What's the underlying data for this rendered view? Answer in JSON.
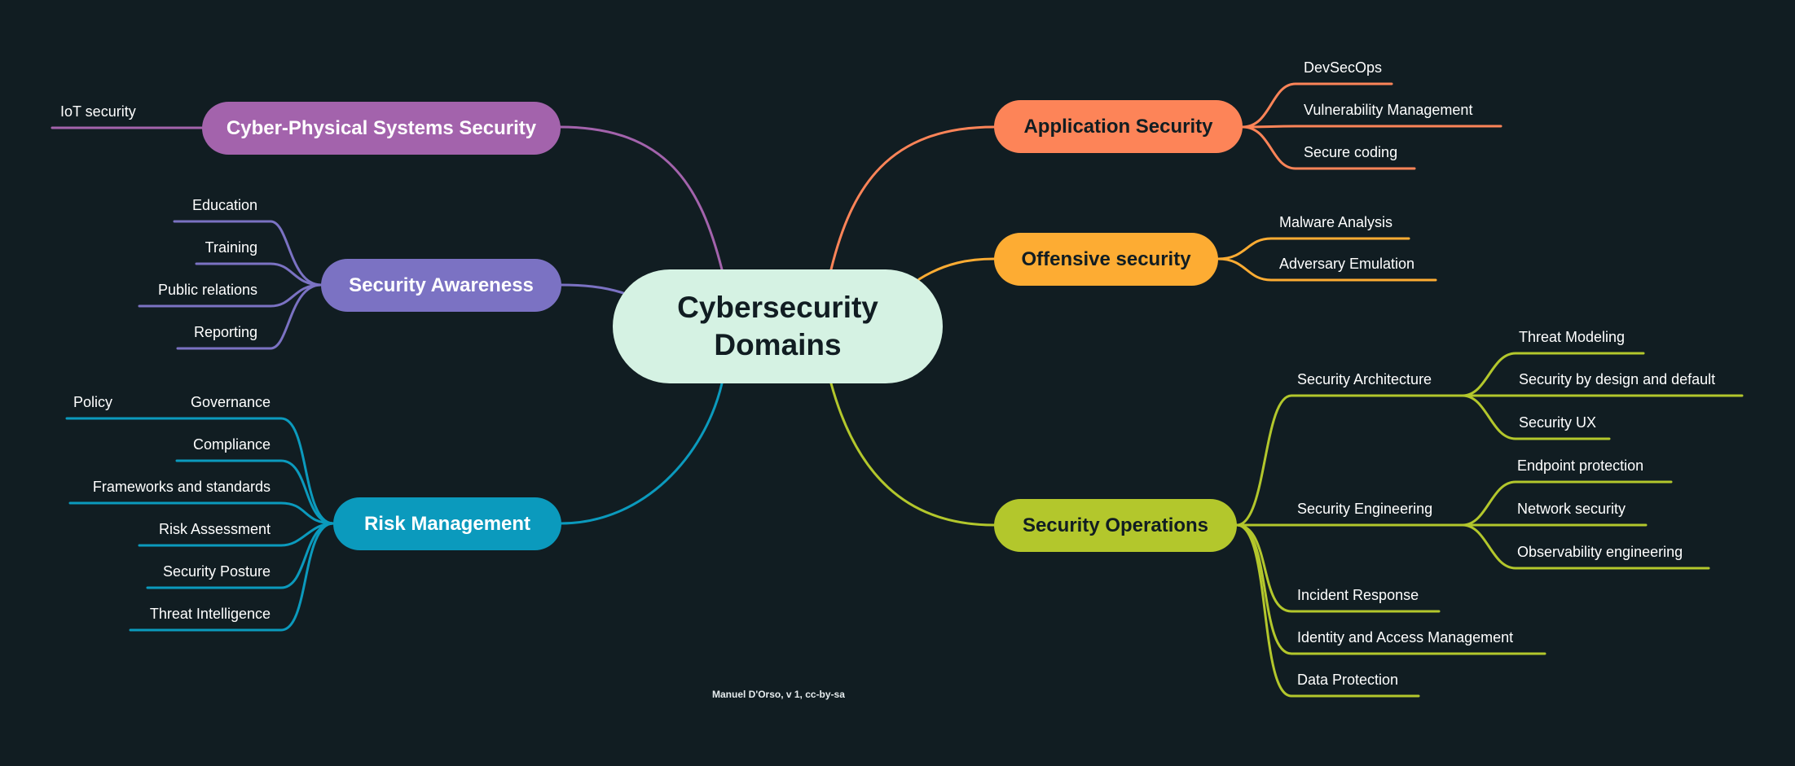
{
  "center": {
    "line1": "Cybersecurity",
    "line2": "Domains"
  },
  "colors": {
    "background": "#111d22",
    "center": "#d5f2e3",
    "cyber_physical": "#a363ac",
    "awareness": "#7b72c3",
    "risk": "#0b9abd",
    "application": "#fd8458",
    "offensive": "#fdac33",
    "operations": "#b3c72c"
  },
  "branches": {
    "cyber_physical": {
      "title": "Cyber-Physical Systems Security",
      "items": [
        "IoT security"
      ]
    },
    "awareness": {
      "title": "Security Awareness",
      "items": [
        "Education",
        "Training",
        "Public relations",
        "Reporting"
      ]
    },
    "risk": {
      "title": "Risk Management",
      "governance": "Governance",
      "policy": "Policy",
      "items": [
        "Compliance",
        "Frameworks and standards",
        "Risk Assessment",
        "Security Posture",
        "Threat Intelligence"
      ]
    },
    "application": {
      "title": "Application Security",
      "items": [
        "DevSecOps",
        "Vulnerability Management",
        "Secure coding"
      ]
    },
    "offensive": {
      "title": "Offensive security",
      "items": [
        "Malware Analysis",
        "Adversary Emulation"
      ]
    },
    "operations": {
      "title": "Security Operations",
      "architecture": {
        "title": "Security Architecture",
        "items": [
          "Threat Modeling",
          "Security by design and default",
          "Security UX"
        ]
      },
      "engineering": {
        "title": "Security Engineering",
        "items": [
          "Endpoint protection",
          "Network security",
          "Observability engineering"
        ]
      },
      "items": [
        "Incident Response",
        "Identity and Access Management",
        "Data Protection"
      ]
    }
  },
  "credit": "Manuel D'Orso, v 1, cc-by-sa"
}
